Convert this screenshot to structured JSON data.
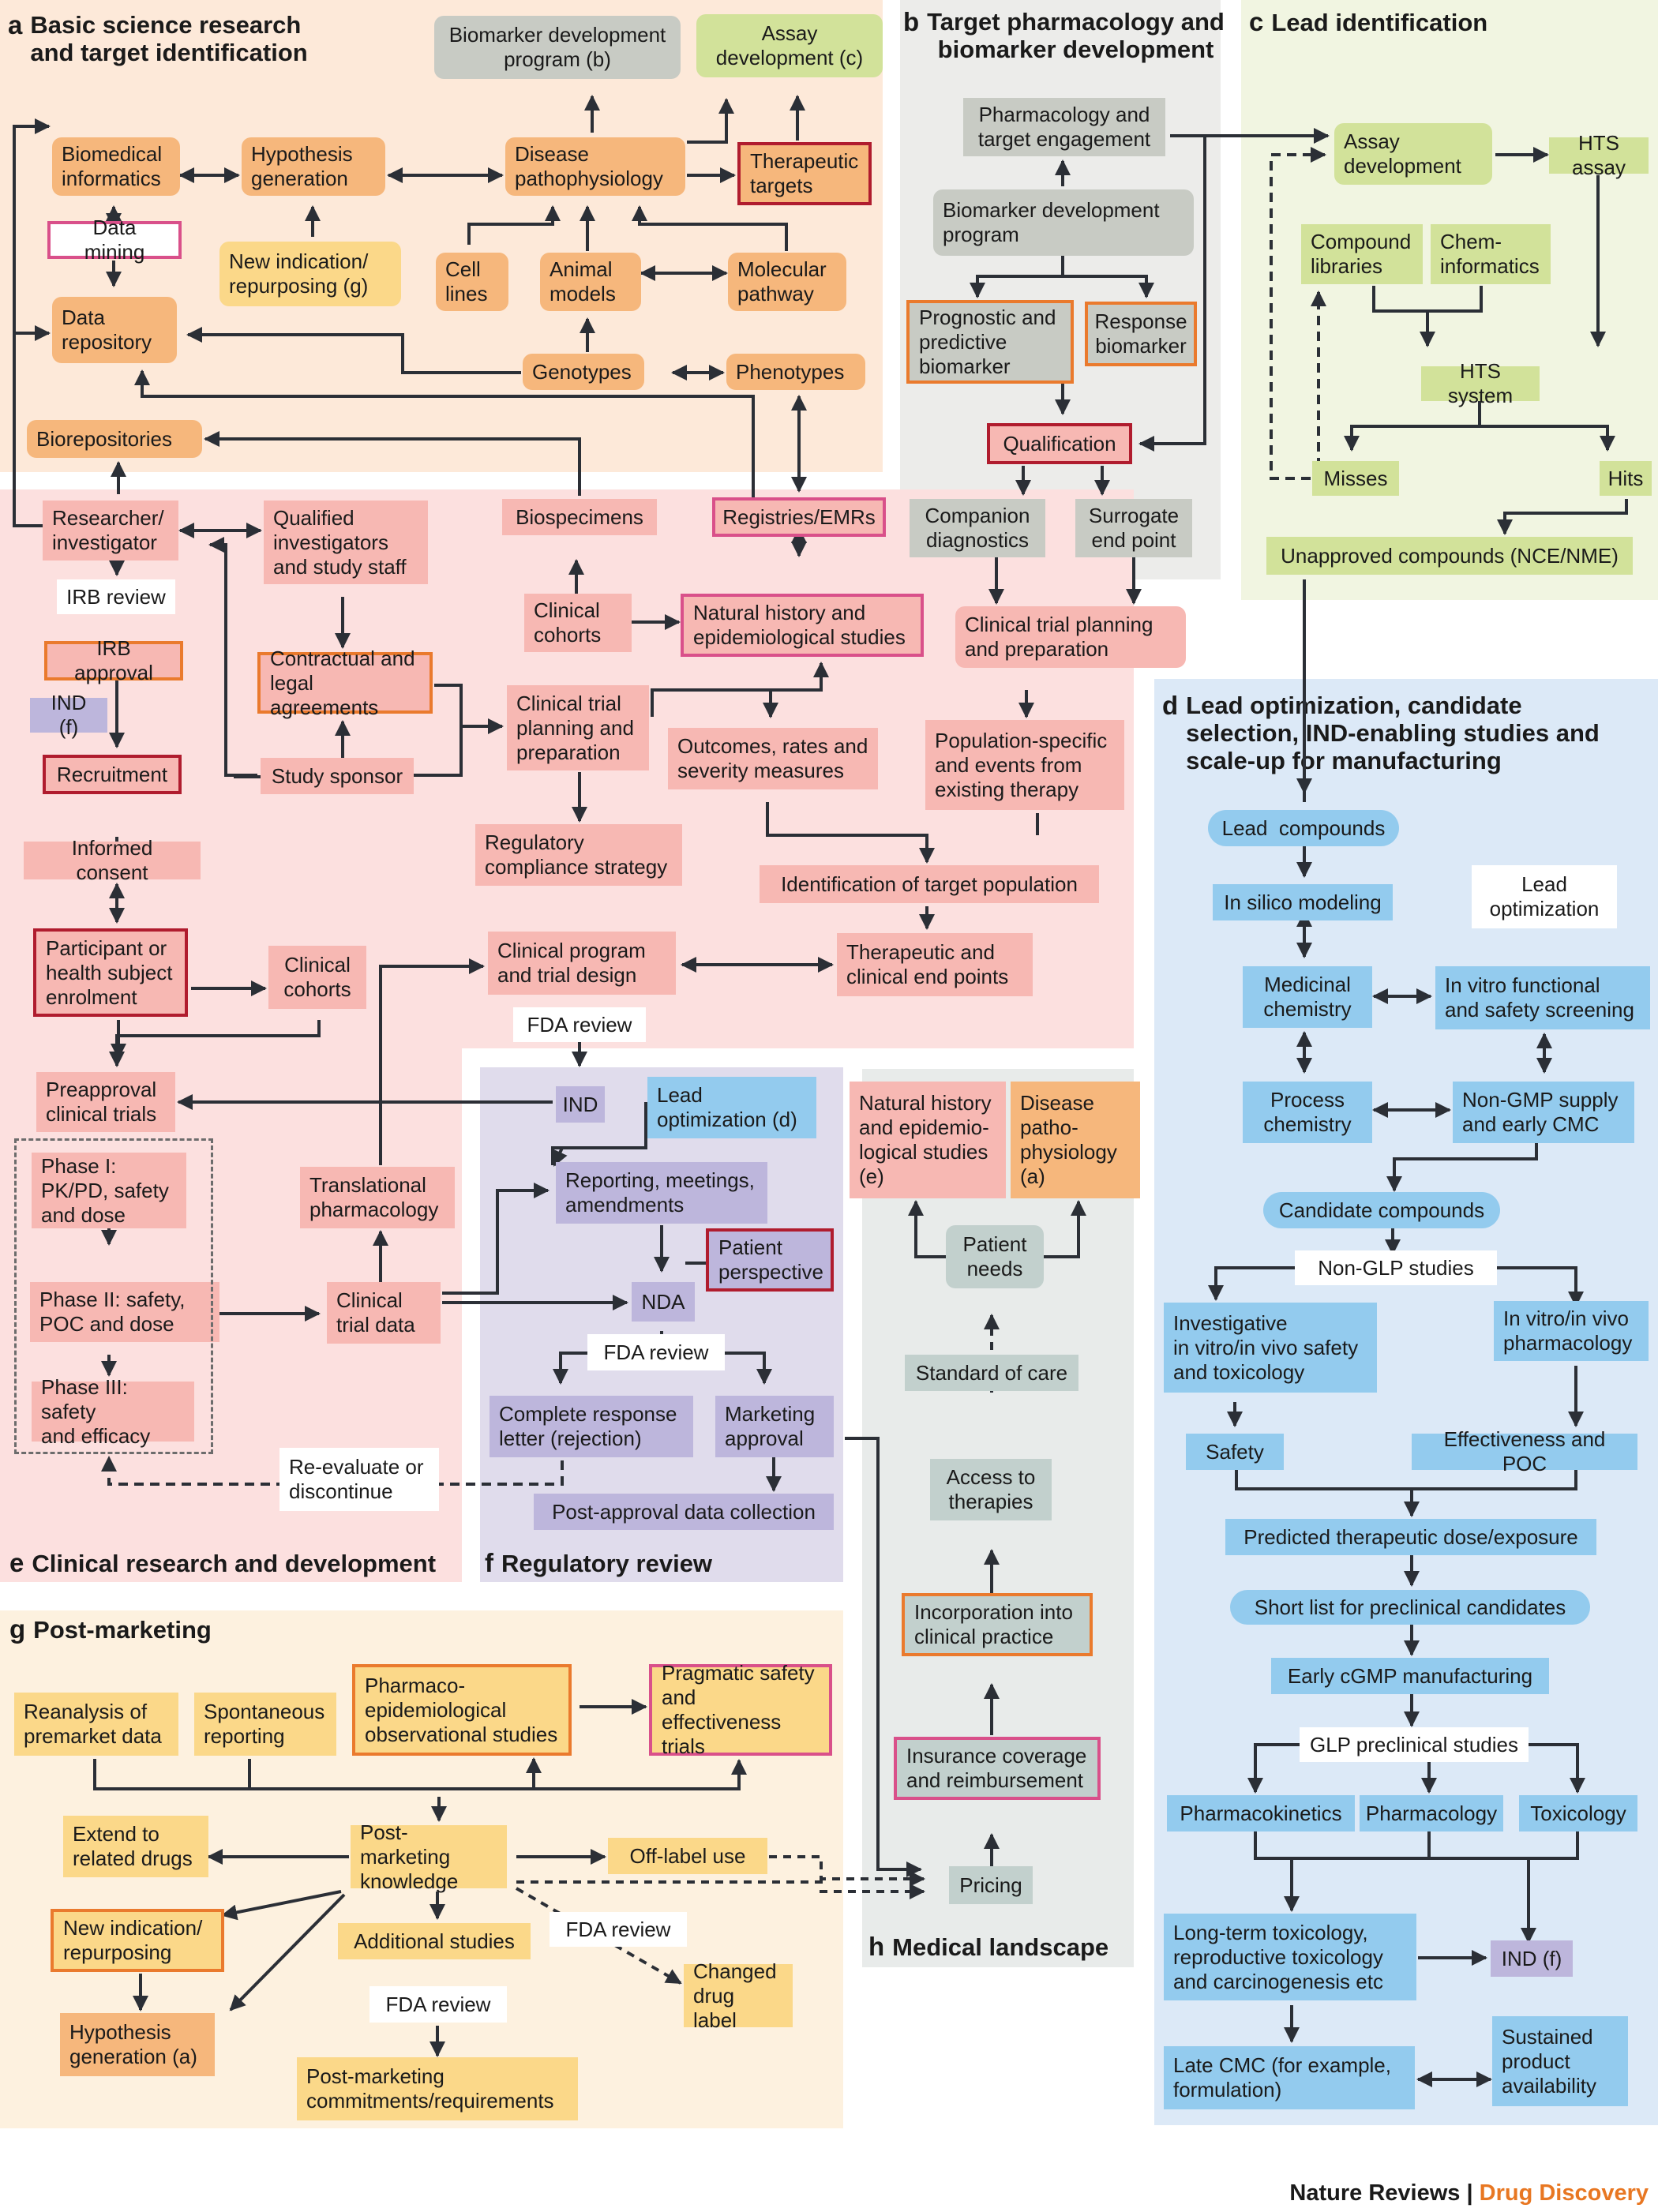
{
  "panels": {
    "a": {
      "letter": "a",
      "title": "Basic science research\nand target identification"
    },
    "b": {
      "letter": "b",
      "title": "Target pharmacology and\nbiomarker development"
    },
    "c": {
      "letter": "c",
      "title": "Lead identification"
    },
    "d": {
      "letter": "d",
      "title": "Lead optimization, candidate\nselection, IND-enabling studies and\nscale-up for manufacturing"
    },
    "e": {
      "letter": "e",
      "title": "Clinical research and development"
    },
    "f": {
      "letter": "f",
      "title": "Regulatory review"
    },
    "g": {
      "letter": "g",
      "title": "Post-marketing"
    },
    "h": {
      "letter": "h",
      "title": "Medical landscape"
    }
  },
  "colors": {
    "a_bg": "#fde9d9",
    "b_bg": "#ececea",
    "c_bg": "#f1f5e1",
    "d_bg": "#dce9f7",
    "e_bg": "#fce0df",
    "f_bg": "#e0dcec",
    "g_bg": "#fdf1df",
    "h_bg": "#e8ebea",
    "orange": "#f6b77c",
    "salmon": "#f7b8b3",
    "gray": "#c8cbc4",
    "green": "#d2e29a",
    "yellow": "#fbd889",
    "blue": "#93cbee",
    "purple": "#bdb6dc",
    "teal": "#c2d0cd",
    "red_border": "#b01c2e",
    "orange_border": "#ea7a2d",
    "pink_border": "#d9508a",
    "brand_orange": "#e87722"
  },
  "a": {
    "biomarker_program": "Biomarker development\nprogram (b)",
    "assay_dev": "Assay\ndevelopment (c)",
    "biomedical_informatics": "Biomedical\ninformatics",
    "hypothesis_generation": "Hypothesis\ngeneration",
    "disease_pathophysiology": "Disease\npathophysiology",
    "therapeutic_targets": "Therapeutic\ntargets",
    "data_mining": "Data mining",
    "new_indication": "New indication/\nrepurposing (g)",
    "cell_lines": "Cell\nlines",
    "animal_models": "Animal\nmodels",
    "molecular_pathway": "Molecular\npathway",
    "data_repository": "Data\nrepository",
    "genotypes": "Genotypes",
    "phenotypes": "Phenotypes",
    "biorepositories": "Biorepositories"
  },
  "b": {
    "pharmacology_target": "Pharmacology and\ntarget engagement",
    "biomarker_program": "Biomarker development\nprogram",
    "prognostic": "Prognostic and\npredictive\nbiomarker",
    "response_biomarker": "Response\nbiomarker",
    "qualification": "Qualification",
    "companion_diagnostics": "Companion\ndiagnostics",
    "surrogate_end_point": "Surrogate\nend point"
  },
  "c": {
    "assay_development": "Assay\ndevelopment",
    "hts_assay": "HTS assay",
    "compound_libraries": "Compound\nlibraries",
    "cheminformatics": "Chem-\ninformatics",
    "hts_system": "HTS system",
    "misses": "Misses",
    "hits": "Hits",
    "unapproved": "Unapproved compounds (NCE/NME)"
  },
  "d": {
    "lead_compounds": "Lead  compounds",
    "in_silico": "In silico modeling",
    "lead_optimization": "Lead\noptimization",
    "medicinal_chemistry": "Medicinal\nchemistry",
    "in_vitro_screening": "In vitro functional\nand safety screening",
    "process_chemistry": "Process\nchemistry",
    "non_gmp": "Non-GMP supply\nand early CMC",
    "candidate_compounds": "Candidate compounds",
    "non_glp": "Non-GLP studies",
    "investigative_safety": "Investigative\nin vitro/in vivo safety\nand toxicology",
    "in_vitro_pharmacology": "In vitro/in vivo\npharmacology",
    "safety": "Safety",
    "effectiveness_poc": "Effectiveness and POC",
    "predicted_dose": "Predicted therapeutic dose/exposure",
    "short_list": "Short list for preclinical candidates",
    "early_cgmp": "Early cGMP manufacturing",
    "glp_studies": "GLP preclinical studies",
    "pharmacokinetics": "Pharmacokinetics",
    "pharmacology": "Pharmacology",
    "toxicology": "Toxicology",
    "long_term_tox": "Long-term toxicology,\nreproductive toxicology\nand carcinogenesis etc",
    "ind_f": "IND (f)",
    "late_cmc": "Late CMC (for example,\nformulation)",
    "sustained": "Sustained\nproduct\navailability"
  },
  "e": {
    "researcher": "Researcher/\ninvestigator",
    "qualified_investigators": "Qualified\ninvestigators\nand study staff",
    "biospecimens": "Biospecimens",
    "registries": "Registries/EMRs",
    "irb_review": "IRB review",
    "irb_approval": "IRB approval",
    "ind_f": "IND (f)",
    "recruitment": "Recruitment",
    "contractual": "Contractual and\nlegal agreements",
    "study_sponsor": "Study sponsor",
    "clinical_cohorts_top": "Clinical\ncohorts",
    "natural_history": "Natural history and\nepidemiological studies",
    "clinical_trial_planning": "Clinical trial\nplanning and\npreparation",
    "outcomes_rates": "Outcomes, rates and\nseverity measures",
    "population_specific": "Population-specific\nand events from\nexisting therapy",
    "informed_consent": "Informed consent",
    "regulatory_compliance": "Regulatory\ncompliance strategy",
    "identification_target_pop": "Identification of target population",
    "participant": "Participant or\nhealth subject\nenrolment",
    "clinical_cohorts": "Clinical\ncohorts",
    "clinical_program": "Clinical program\nand trial design",
    "therapeutic_end_points": "Therapeutic and\nclinical end points",
    "fda_review": "FDA review",
    "preapproval": "Preapproval\nclinical trials",
    "phase1": "Phase I:\nPK/PD, safety\nand dose",
    "translational": "Translational\npharmacology",
    "phase2": "Phase II: safety,\nPOC and dose",
    "clinical_trial_data": "Clinical\ntrial data",
    "phase3": "Phase III: safety\nand efficacy",
    "reevaluate": "Re-evaluate or\ndiscontinue"
  },
  "b_bottom": {
    "clinical_trial_planning": "Clinical trial planning\nand preparation"
  },
  "f": {
    "ind": "IND",
    "lead_optimization_d": "Lead\noptimization (d)",
    "reporting": "Reporting, meetings,\namendments",
    "patient_perspective": "Patient\nperspective",
    "nda": "NDA",
    "fda_review": "FDA review",
    "complete_response": "Complete response\nletter (rejection)",
    "marketing_approval": "Marketing\napproval",
    "post_approval": "Post-approval data collection"
  },
  "h": {
    "natural_history_e": "Natural history\nand epidemio-\nlogical studies\n(e)",
    "disease_pathophysiology_a": "Disease\npatho-\nphysiology\n(a)",
    "patient_needs": "Patient\nneeds",
    "standard_of_care": "Standard of care",
    "access_therapies": "Access to\ntherapies",
    "incorporation": "Incorporation into\nclinical practice",
    "insurance": "Insurance coverage\nand reimbursement",
    "pricing": "Pricing"
  },
  "g": {
    "reanalysis": "Reanalysis of\npremarket data",
    "spontaneous": "Spontaneous\nreporting",
    "pharmacoepi": "Pharmaco-\nepidemiological\nobservational studies",
    "pragmatic": "Pragmatic safety\nand effectiveness\ntrials",
    "extend": "Extend to\nrelated drugs",
    "pm_knowledge": "Post-marketing\nknowledge",
    "off_label": "Off-label use",
    "new_indication": "New indication/\nrepurposing",
    "additional_studies": "Additional studies",
    "fda_review_right": "FDA review",
    "changed_label": "Changed\ndrug label",
    "fda_review_bottom": "FDA review",
    "hypothesis": "Hypothesis\ngeneration (a)",
    "commitments": "Post-marketing\ncommitments/requirements"
  },
  "credit": {
    "journal": "Nature Reviews",
    "separator": " | ",
    "section": "Drug Discovery"
  }
}
